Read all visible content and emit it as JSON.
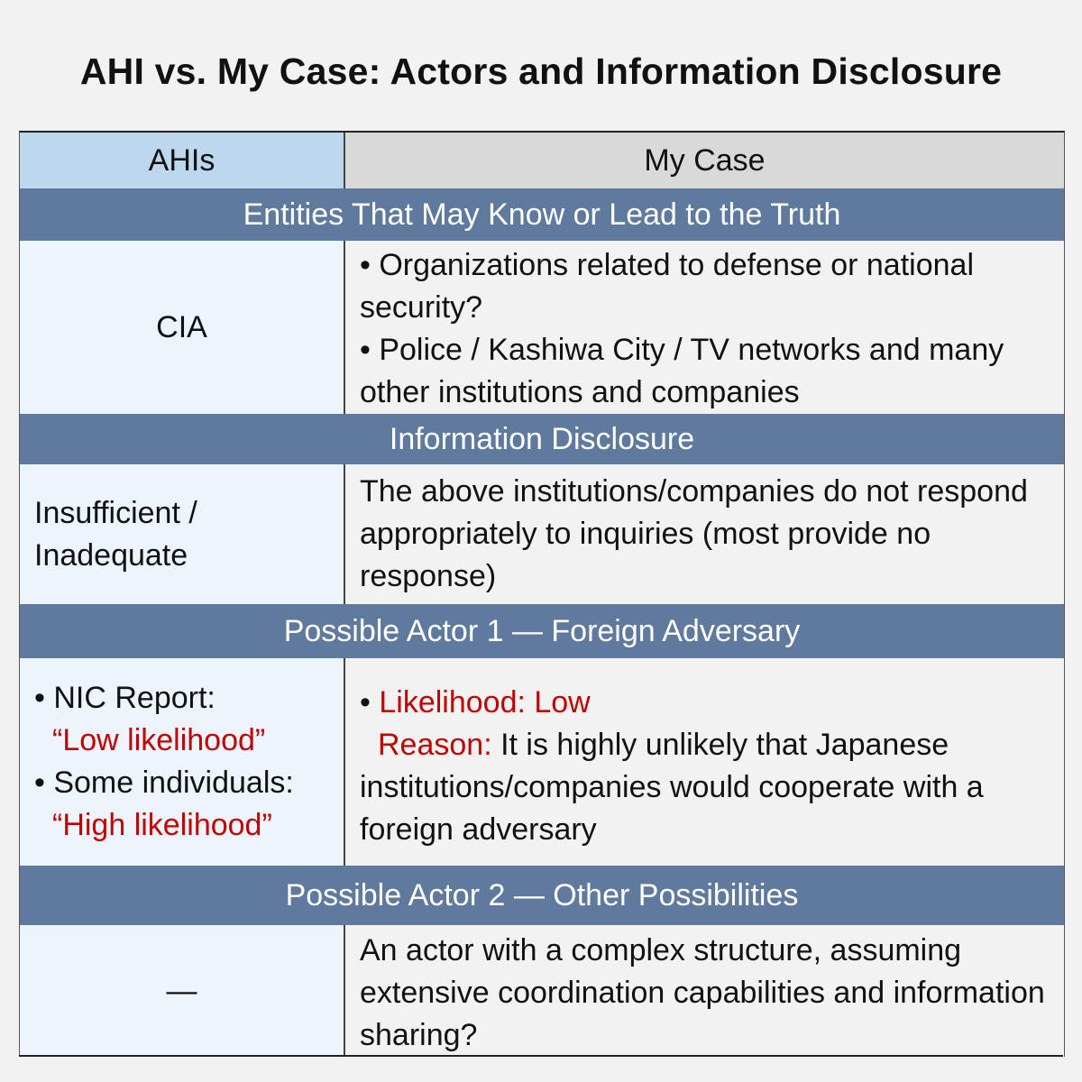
{
  "title": "AHI vs. My Case: Actors and Information Disclosure",
  "header": {
    "left": "AHIs",
    "right": "My Case"
  },
  "sections": {
    "s1": "Entities That May Know or Lead to the Truth",
    "s2": "Information Disclosure",
    "s3": "Possible Actor 1 — Foreign Adversary",
    "s4": "Possible Actor 2 — Other Possibilities"
  },
  "rows": {
    "r1": {
      "left": "CIA",
      "right_1": "• Organizations related to defense or national security?",
      "right_2": "• Police / Kashiwa City / TV networks and many other institutions and companies"
    },
    "r2": {
      "left": "Insufficient / Inadequate",
      "right": "The above institutions/companies do not respond appropriately to inquiries (most provide no response)"
    },
    "r3": {
      "left_1_label": "• NIC Report:",
      "left_1_value": "“Low likelihood”",
      "left_2_label": "• Some individuals:",
      "left_2_value": "“High likelihood”",
      "right_bullet": "• ",
      "right_likelihood": "Likelihood: Low",
      "right_reason_label": "Reason:",
      "right_reason_text": " It is highly unlikely that Japanese institutions/companies would cooperate with a foreign adversary"
    },
    "r4": {
      "left": "—",
      "right": "An actor with a complex structure, assuming extensive coordination capabilities and information sharing?"
    }
  },
  "colors": {
    "header_left_bg": "#bdd7ee",
    "header_right_bg": "#d9d9d9",
    "section_bg": "#5f7a9c",
    "highlight_red": "#c00000"
  }
}
